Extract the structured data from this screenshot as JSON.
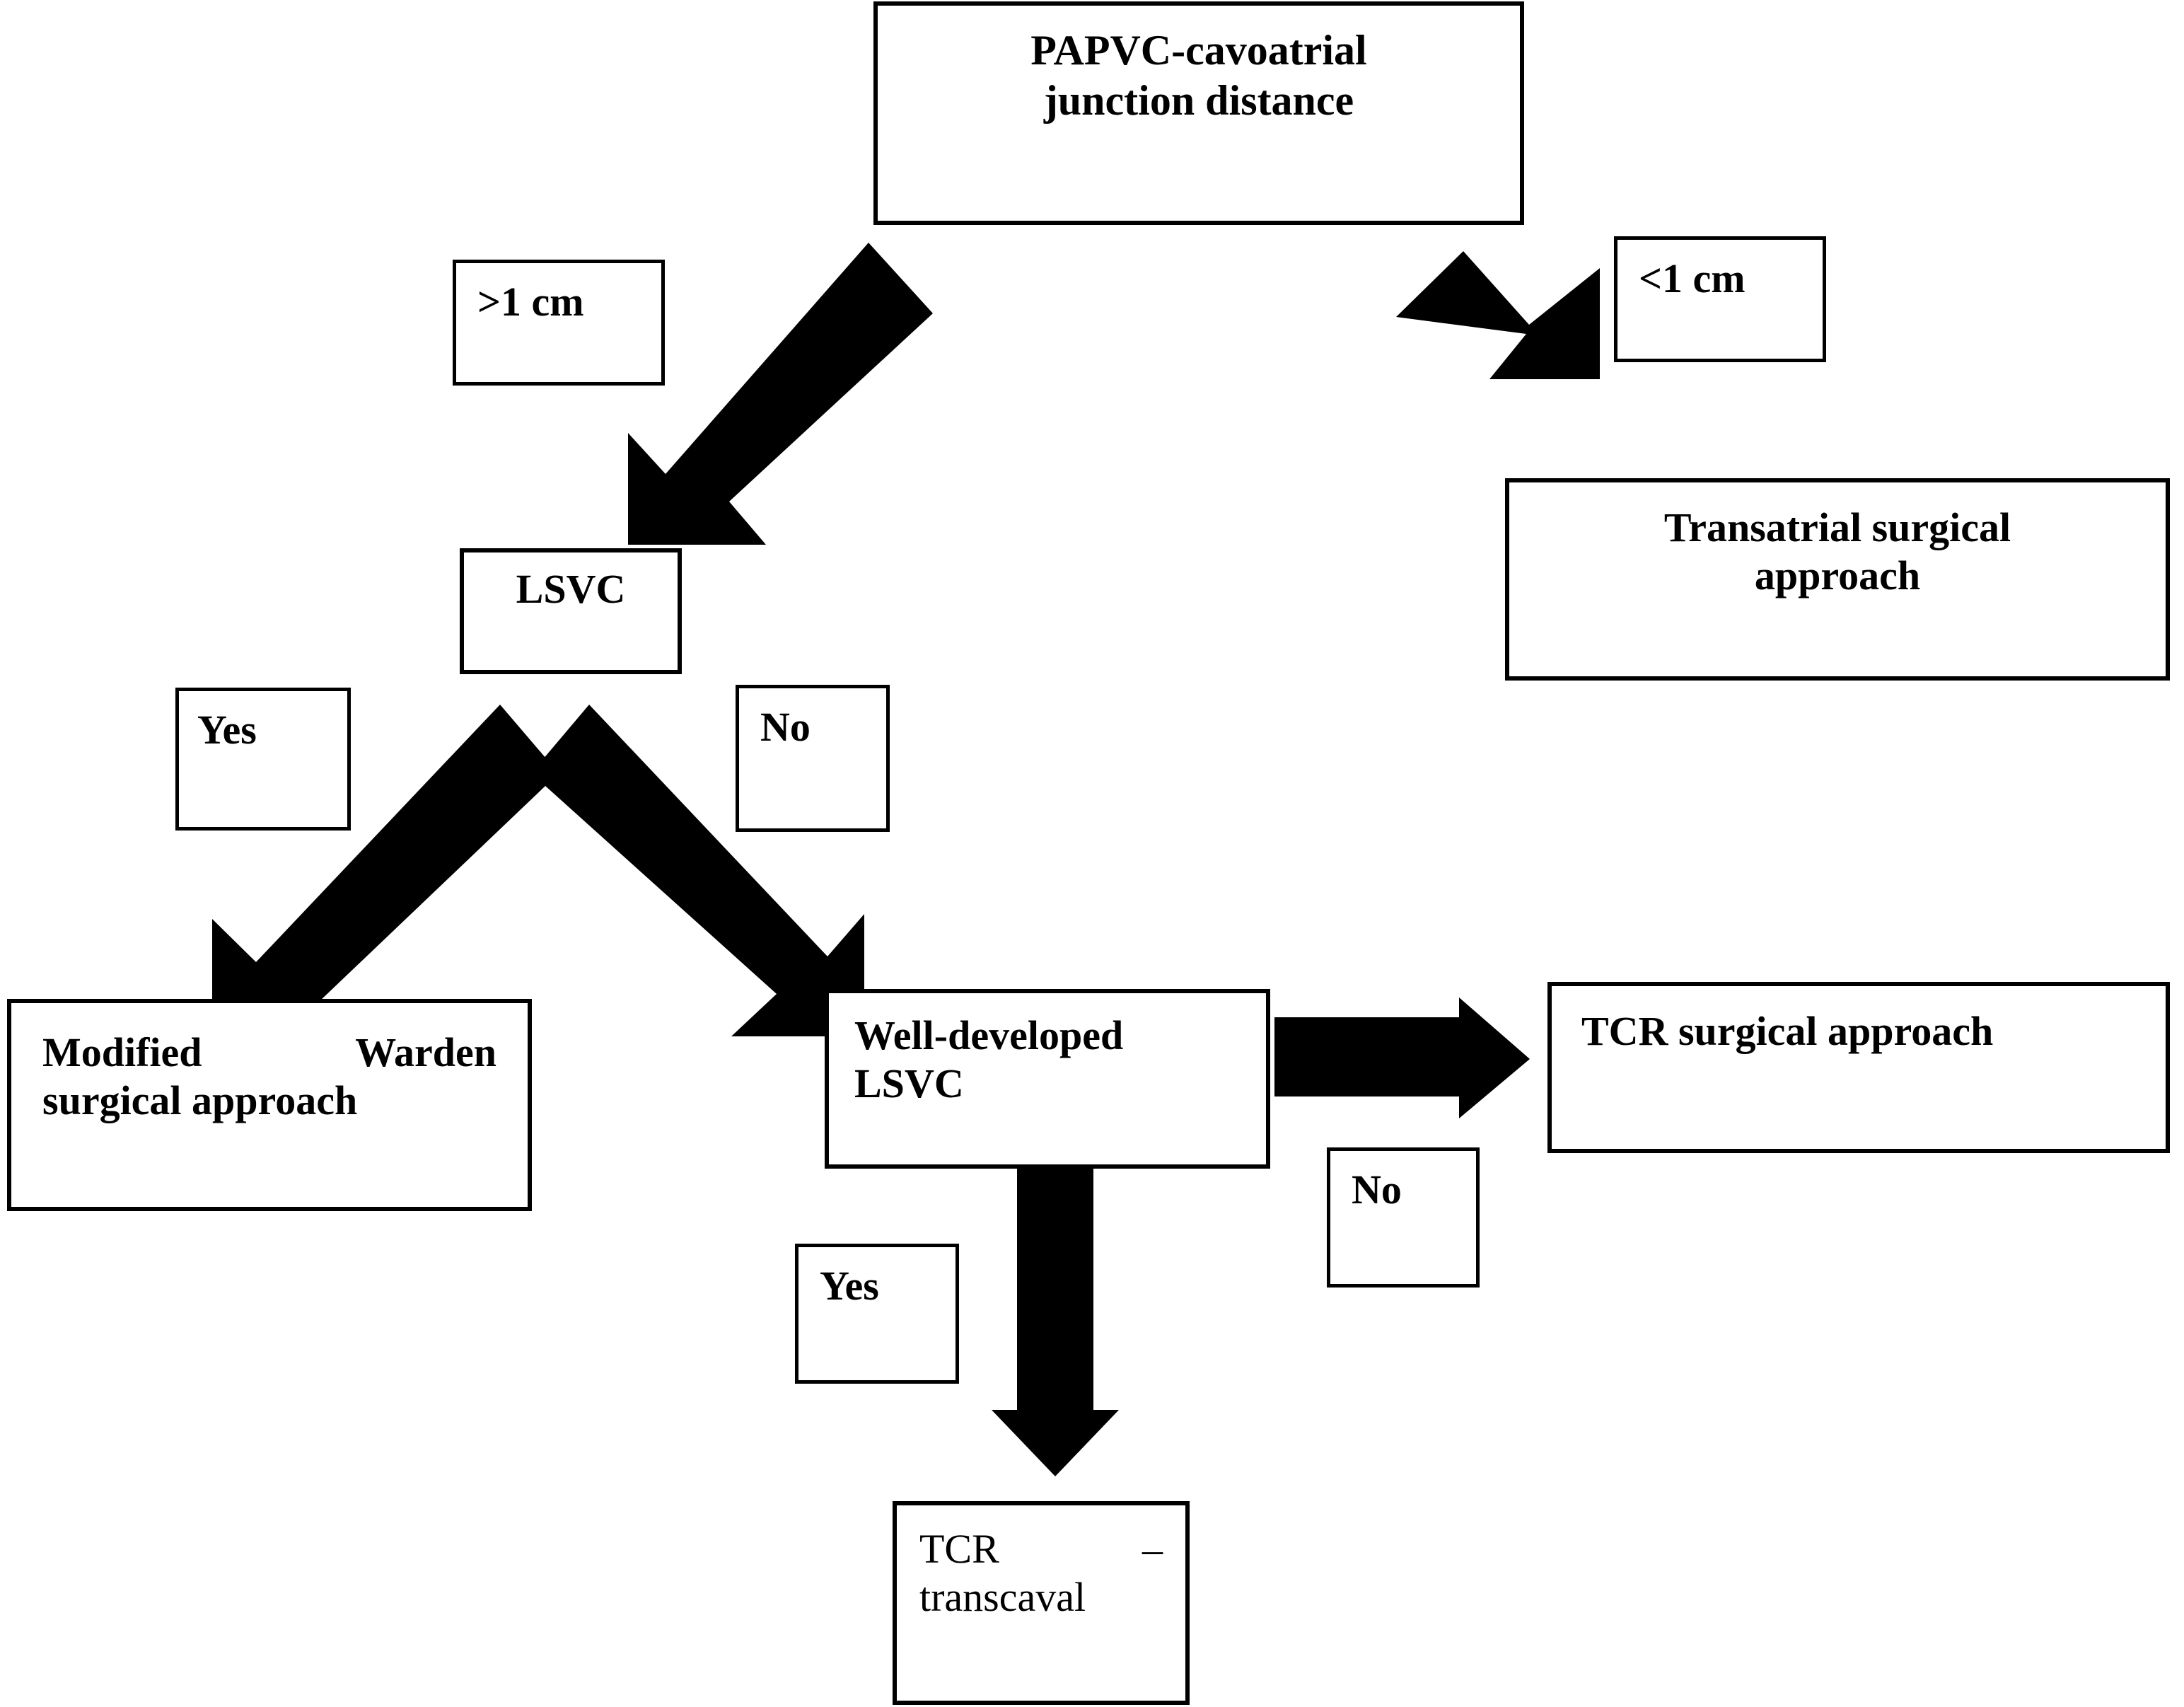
{
  "diagram": {
    "title": "PAPVC surgical approach decision flowchart",
    "accent_color": "#000000",
    "background_color": "#ffffff",
    "nodes": {
      "root": "PAPVC-cavoatrial junction distance",
      "lsvc": "LSVC",
      "transatrial": "Transatrial surgical approach",
      "modified_warden": "Modified Warden surgical approach",
      "well_developed_lsvc": "Well-developed LSVC",
      "tcr_surgical": "TCR surgical approach",
      "tcr_transcaval": "TCR – transcaval"
    },
    "node_lines": {
      "root_line1": "PAPVC-cavoatrial",
      "root_line2": "junction distance",
      "transatrial_line1": "Transatrial surgical",
      "transatrial_line2": "approach",
      "modified_warden_line1": "Modified Warden",
      "modified_warden_line2": "surgical approach",
      "well_developed_line1": "Well-developed",
      "well_developed_line2": "LSVC",
      "tcr_transcaval_line1": "TCR –",
      "tcr_transcaval_line2": "transcaval"
    },
    "edge_labels": {
      "gt_1cm": ">1 cm",
      "lt_1cm": "<1 cm",
      "lsvc_yes": "Yes",
      "lsvc_no": "No",
      "well_yes": "Yes",
      "well_no": "No"
    },
    "edges": [
      {
        "from": "root",
        "to": "lsvc",
        "label": ">1 cm",
        "direction": "down-left"
      },
      {
        "from": "root",
        "to": "transatrial",
        "label": "<1 cm",
        "direction": "down-right"
      },
      {
        "from": "lsvc",
        "to": "modified_warden",
        "label": "Yes",
        "direction": "down-left"
      },
      {
        "from": "lsvc",
        "to": "well_developed_lsvc",
        "label": "No",
        "direction": "down-right"
      },
      {
        "from": "well_developed_lsvc",
        "to": "tcr_surgical",
        "label": "No",
        "direction": "right"
      },
      {
        "from": "well_developed_lsvc",
        "to": "tcr_transcaval",
        "label": "Yes",
        "direction": "down"
      }
    ]
  }
}
